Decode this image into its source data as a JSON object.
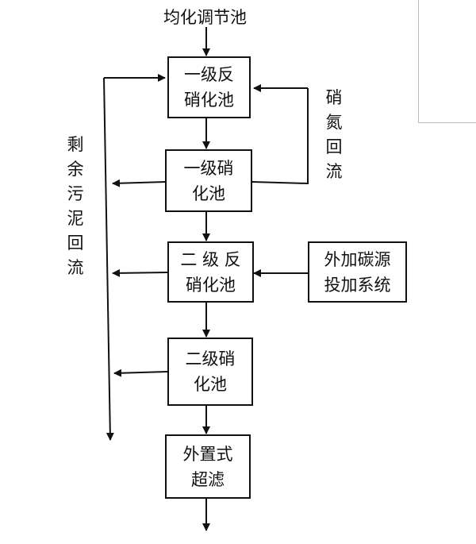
{
  "diagram": {
    "input_label": "均化调节池",
    "nodes": {
      "a1": "一级反\n硝化池",
      "n1": "一级硝\n化池",
      "a2": "二 级 反\n硝化池",
      "n2": "二级硝\n化池",
      "uf": "外置式\n超滤",
      "carbon": "外加碳源\n投加系统"
    },
    "labels": {
      "nitrate_return": "硝氮回流",
      "sludge_return": "剩余污泥回流"
    }
  }
}
